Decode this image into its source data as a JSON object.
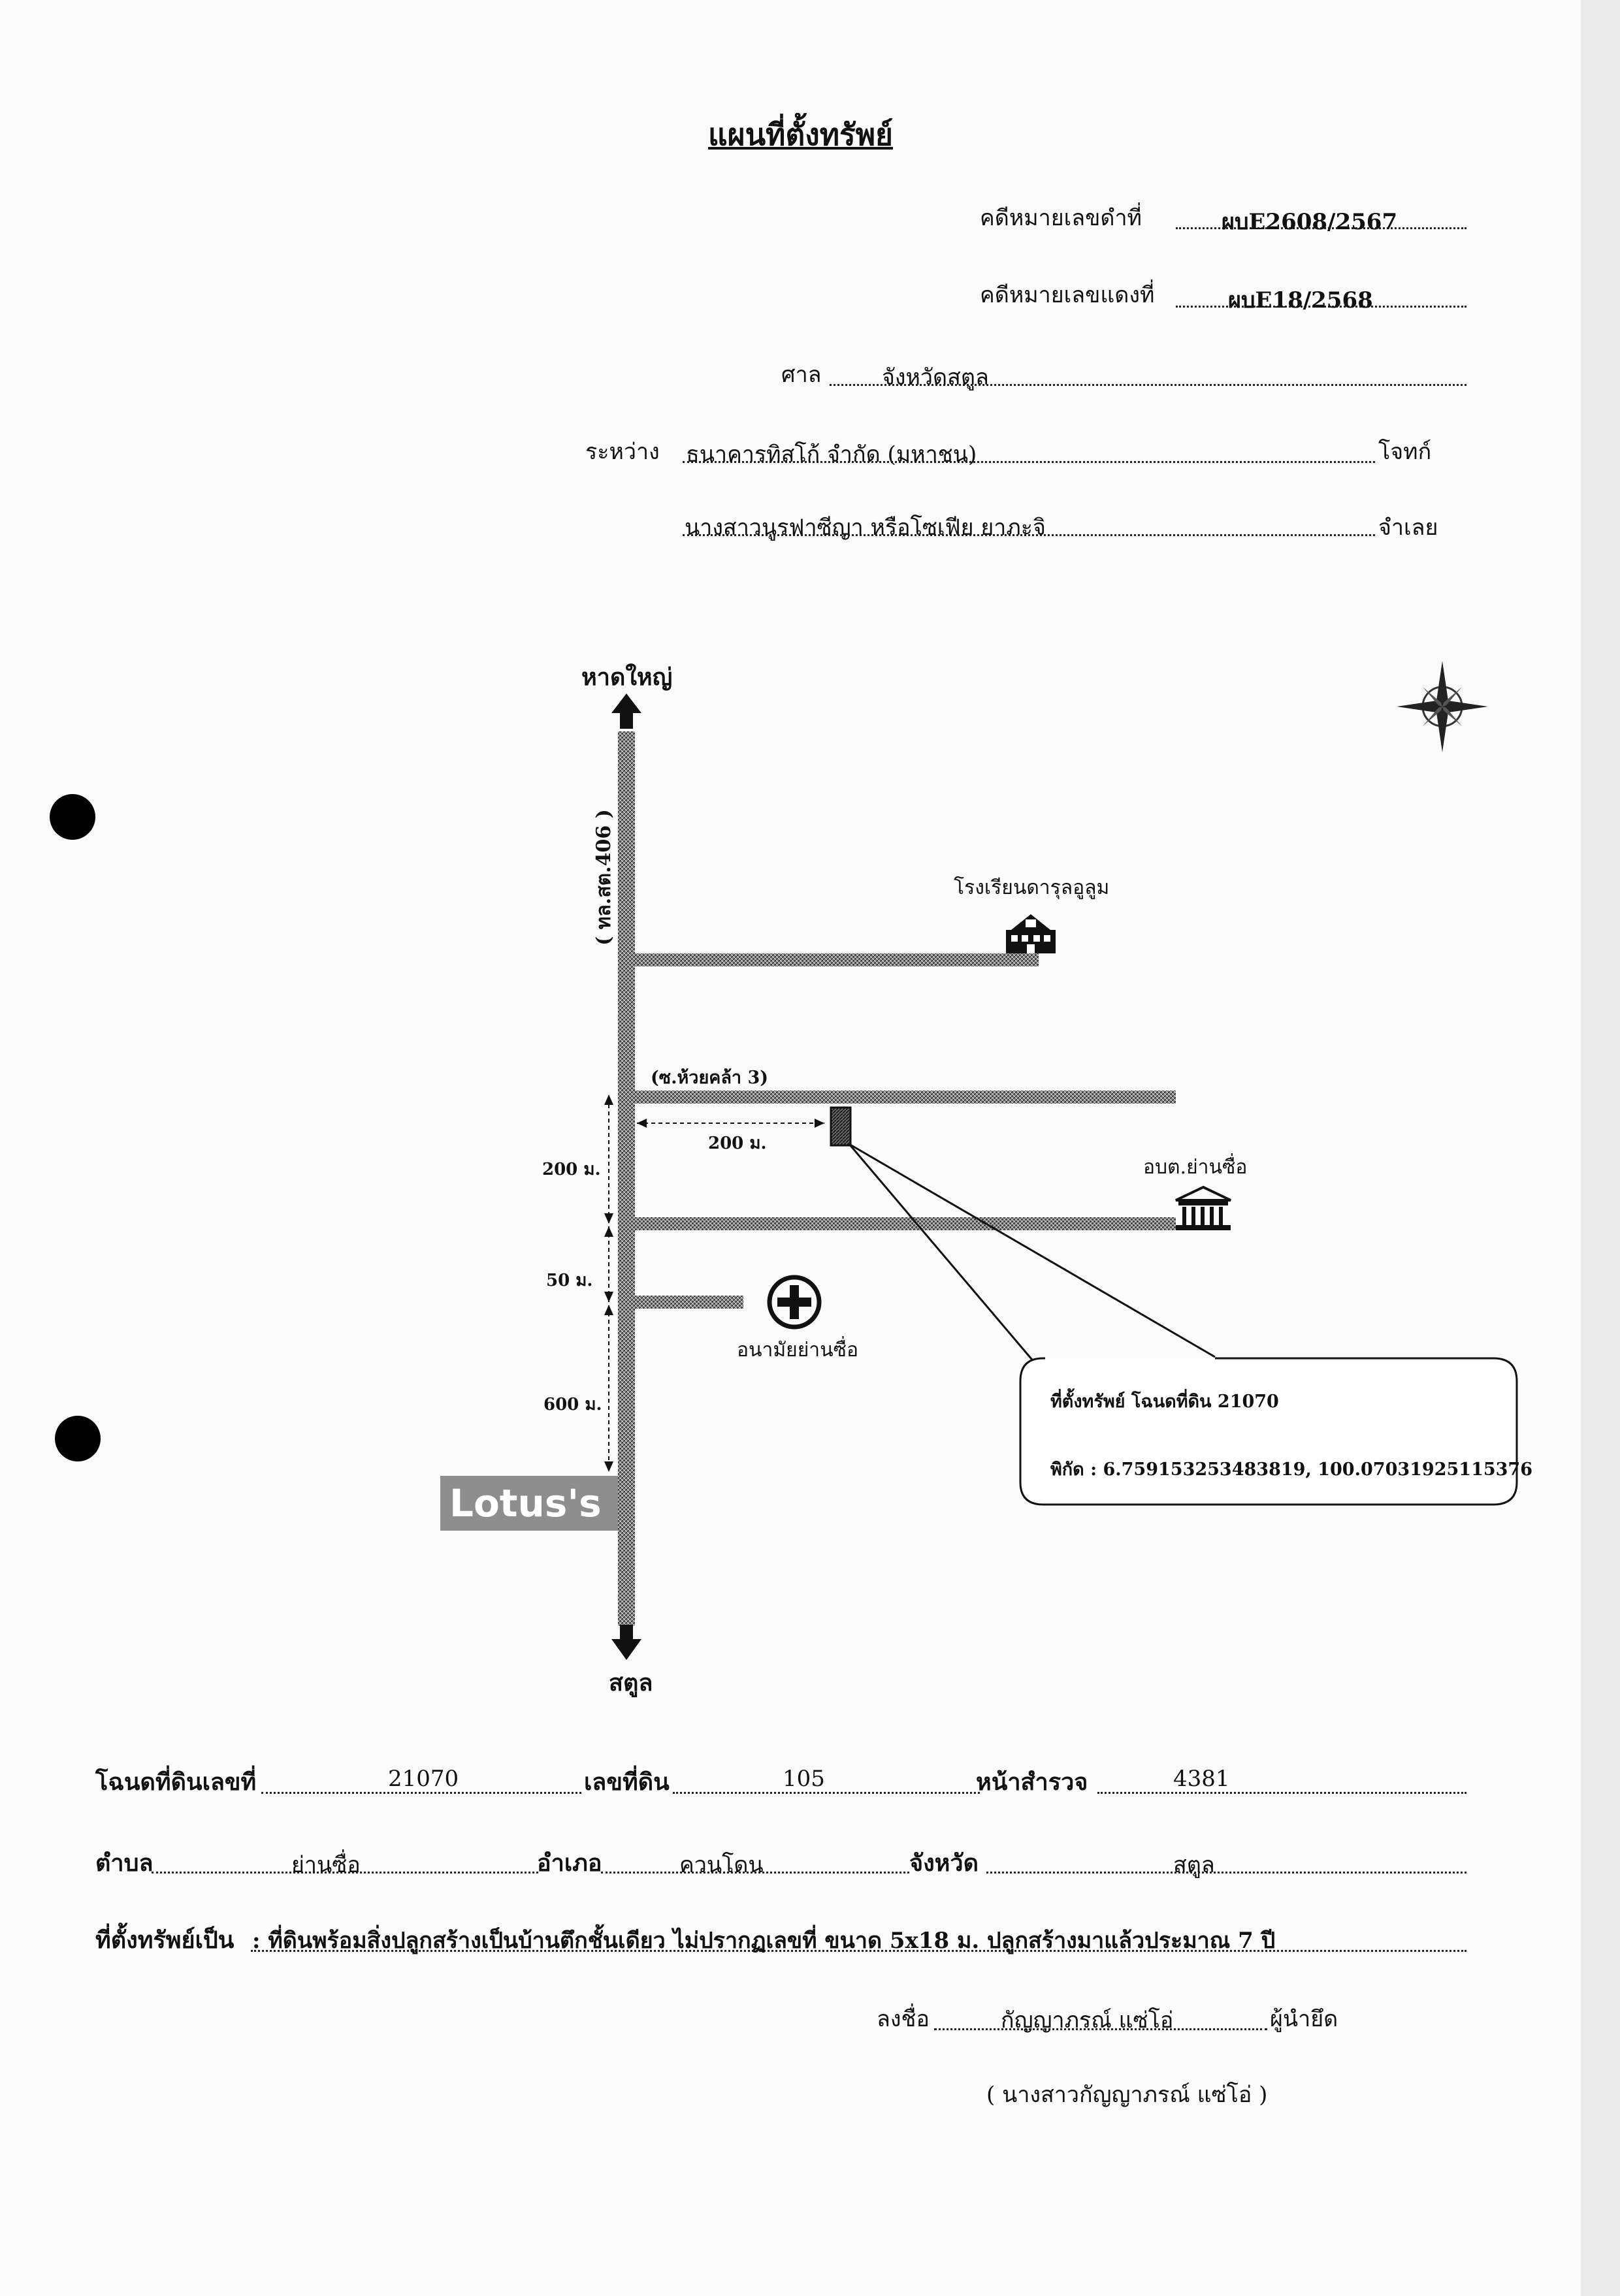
{
  "title": "แผนที่ตั้งทรัพย์",
  "case": {
    "black_label": "คดีหมายเลขดำที่",
    "black_value": "ผบE2608/2567",
    "red_label": "คดีหมายเลขแดงที่",
    "red_value": "ผบE18/2568",
    "court_label": "ศาล",
    "court_value": "จังหวัดสตูล",
    "between_label": "ระหว่าง",
    "plaintiff_value": "ธนาคารทิสโก้ จำกัด (มหาชน)",
    "plaintiff_label": "โจทก์",
    "defendant_value": "นางสาวนูรฟาซีญา หรือโซเฟีย ยาภะจิ",
    "defendant_label": "จำเลย"
  },
  "map": {
    "north_label": "หาดใหญ่",
    "south_label": "สตูล",
    "highway_label": "( ทล.สต.406 )",
    "school_label": "โรงเรียนดารุลอูลูม",
    "soi_label": "(ซ.ห้วยคล้า 3)",
    "dist_200_horizontal": "200 ม.",
    "dist_200_vertical": "200 ม.",
    "dist_50": "50 ม.",
    "dist_600": "600 ม.",
    "obt_label": "อบต.ย่านซื่อ",
    "health_label": "อนามัยย่านซื่อ",
    "lotus_label": "Lotus's",
    "callout_location": "ที่ตั้งทรัพย์ โฉนดที่ดิน 21070",
    "callout_coords": "พิกัด : 6.759153253483819, 100.07031925115376",
    "icons": [
      "school-icon",
      "government-building-icon",
      "health-cross-icon",
      "compass-icon",
      "arrow-up-icon",
      "arrow-down-icon"
    ]
  },
  "details": {
    "deed_label": "โฉนดที่ดินเลขที่",
    "deed_value": "21070",
    "land_no_label": "เลขที่ดิน",
    "land_no_value": "105",
    "survey_label": "หน้าสำรวจ",
    "survey_value": "4381",
    "tambon_label": "ตำบล",
    "tambon_value": "ย่านซื่อ",
    "amphoe_label": "อำเภอ",
    "amphoe_value": "ควนโดน",
    "province_label": "จังหวัด",
    "province_value": "สตูล",
    "property_label": "ที่ตั้งทรัพย์เป็น",
    "property_value": ": ที่ดินพร้อมสิ่งปลูกสร้างเป็นบ้านตึกชั้นเดียว ไม่ปรากฏเลขที่ ขนาด 5x18 ม. ปลูกสร้างมาแล้วประมาณ 7 ปี"
  },
  "signature": {
    "sign_label": "ลงชื่อ",
    "sign_value": "กัญญาภรณ์ แซ่โอ่",
    "role_label": "ผู้นำยึด",
    "printed_name": "( นางสาวกัญญาภรณ์ แซ่โอ่ )"
  }
}
